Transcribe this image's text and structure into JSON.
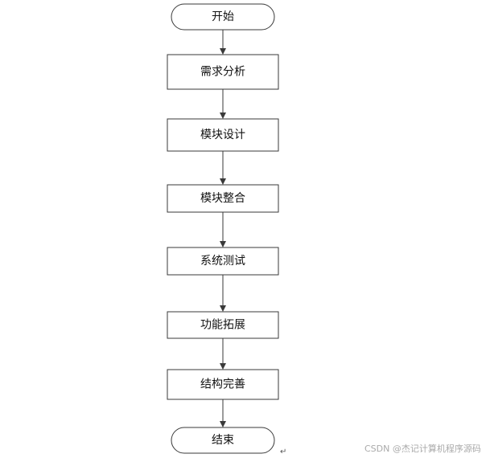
{
  "flowchart": {
    "nodes": [
      {
        "id": "start",
        "shape": "terminal",
        "label": "开始"
      },
      {
        "id": "requirements",
        "shape": "process",
        "label": "需求分析"
      },
      {
        "id": "module-design",
        "shape": "process",
        "label": "模块设计"
      },
      {
        "id": "module-integration",
        "shape": "process",
        "label": "模块整合"
      },
      {
        "id": "system-test",
        "shape": "process",
        "label": "系统测试"
      },
      {
        "id": "feature-expansion",
        "shape": "process",
        "label": "功能拓展"
      },
      {
        "id": "structure-refinement",
        "shape": "process",
        "label": "结构完善"
      },
      {
        "id": "end",
        "shape": "terminal",
        "label": "结束"
      }
    ],
    "edges": [
      {
        "from": "start",
        "to": "requirements"
      },
      {
        "from": "requirements",
        "to": "module-design"
      },
      {
        "from": "module-design",
        "to": "module-integration"
      },
      {
        "from": "module-integration",
        "to": "system-test"
      },
      {
        "from": "system-test",
        "to": "feature-expansion"
      },
      {
        "from": "feature-expansion",
        "to": "structure-refinement"
      },
      {
        "from": "structure-refinement",
        "to": "end"
      }
    ]
  },
  "paragraph_mark": "↵",
  "watermark": "CSDN @杰记计算机程序源码",
  "colors": {
    "stroke": "#3a3a3a",
    "background": "#ffffff",
    "watermark": "#aaaaaa"
  }
}
